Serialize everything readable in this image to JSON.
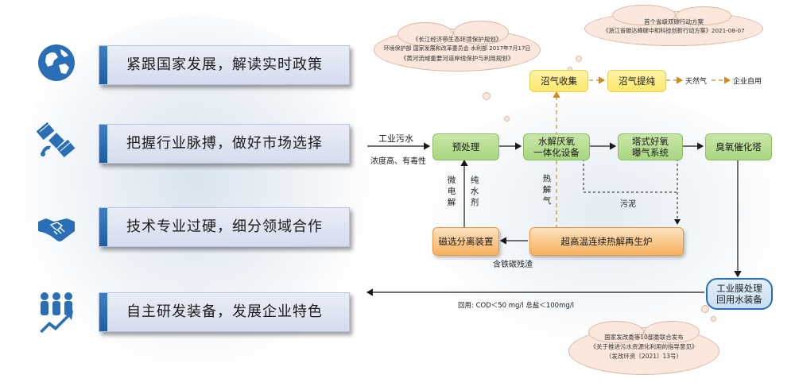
{
  "banners": [
    {
      "text": "紧跟国家发展，解读实时政策",
      "icon": "globe-icon"
    },
    {
      "text": "把握行业脉搏，做好市场选择",
      "icon": "satellite-icon"
    },
    {
      "text": "技术专业过硬，细分领域合作",
      "icon": "handshake-icon"
    },
    {
      "text": "自主研发装备，发展企业特色",
      "icon": "team-growth-icon"
    }
  ],
  "clouds": {
    "policy_left": [
      "《长江经济带生态环境保护规划》",
      "环境保护部 国家发展和改革委员会 水利部   2017年7月17日",
      "《黄河流域重要河道岸线保护与利用规划》"
    ],
    "policy_right": [
      "首个省级双碳行动方案",
      "《浙江省碳达峰碳中和科技创新行动方案》2021-08-07"
    ],
    "policy_bottom": [
      "国家发改委等10部委联合发布",
      "《关于推进污水资源化利用的指导意见》",
      "（发改环资〔2021〕13号）"
    ]
  },
  "flow": {
    "input_label": "工业污水",
    "input_note": "浓度高、有毒性",
    "pretreat": "预处理",
    "anaerobic": [
      "水解厌氧",
      "一体化设备"
    ],
    "aerobic": [
      "塔式好氧",
      "曝气系统"
    ],
    "ozone": "臭氧催化塔",
    "biogas_collect": "沼气收集",
    "biogas_purify": "沼气提纯",
    "natural_gas": "天然气",
    "self_use": "企业自用",
    "pyrolysis_gas": "热解气",
    "sludge": "污泥",
    "furnace": "超高温连续热解再生炉",
    "magnetic": "磁选分离装置",
    "iron_carbon": "含铁碳残渣",
    "micro_electro": "微电解",
    "pure_water_agent": "纯水剂",
    "membrane": [
      "工业膜处理",
      "回用水装备"
    ],
    "reuse": "回用:   COD＜50 mg/l    总盐＜100mg/l"
  }
}
